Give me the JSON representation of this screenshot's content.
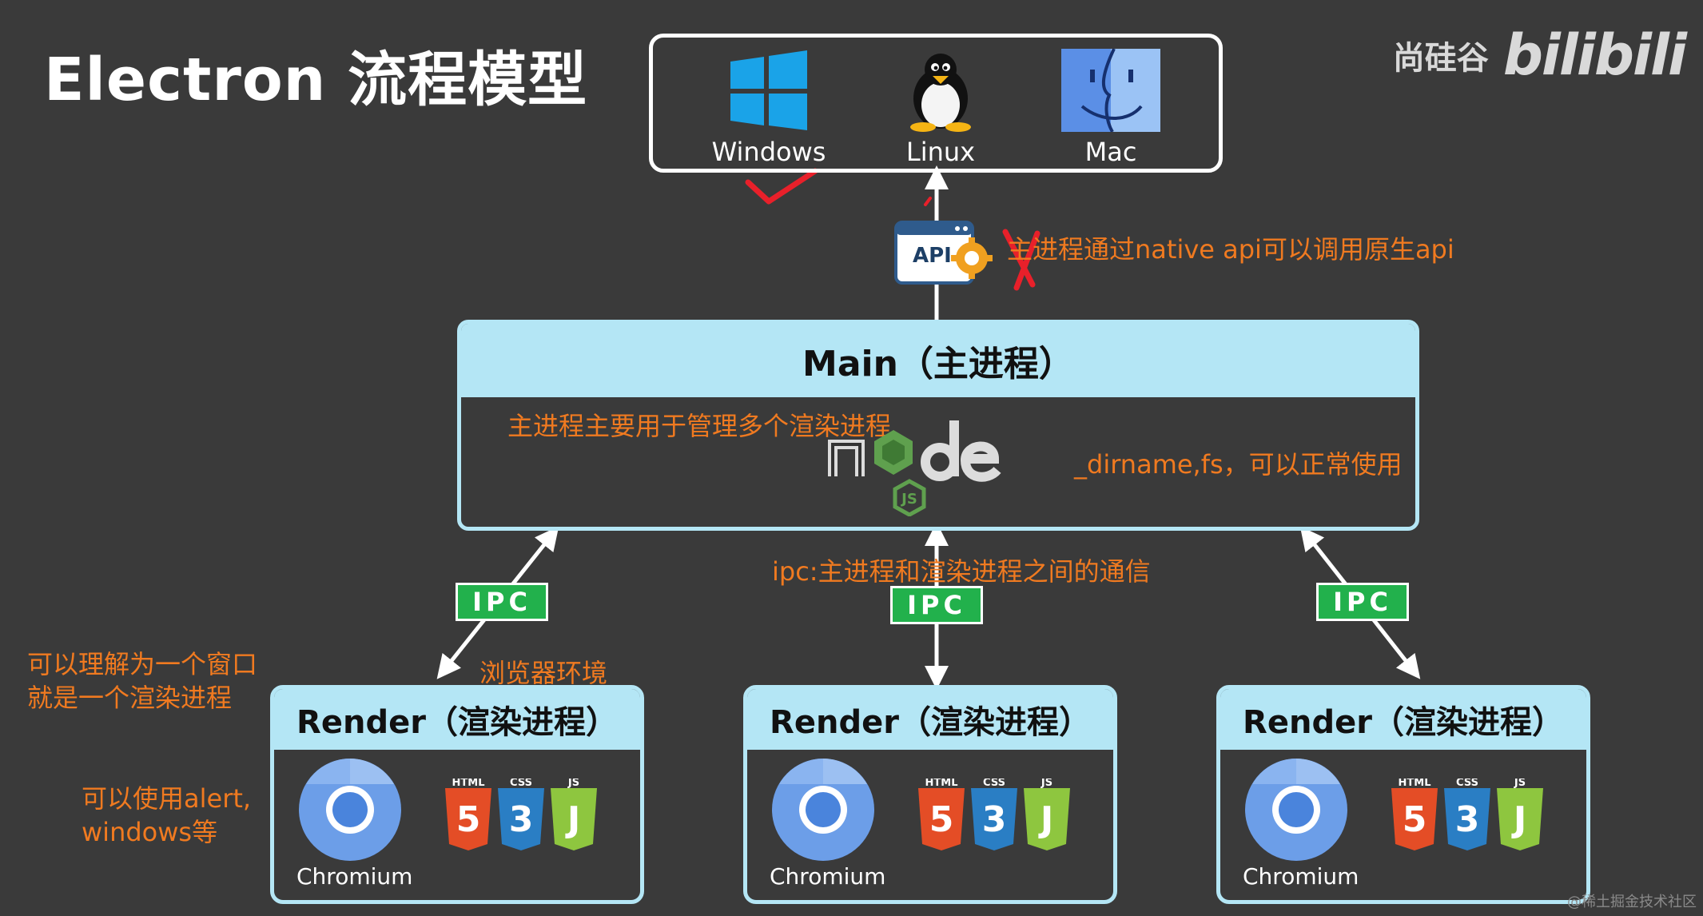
{
  "title": "Electron 流程模型",
  "brand": {
    "name": "尚硅谷",
    "logo_text": "bilibili"
  },
  "os": {
    "items": [
      {
        "label": "Windows",
        "icon": "windows-logo-icon"
      },
      {
        "label": "Linux",
        "icon": "tux-penguin-icon"
      },
      {
        "label": "Mac",
        "icon": "mac-finder-icon"
      }
    ]
  },
  "api": {
    "label": "API"
  },
  "notes": {
    "native_api": "主进程通过native api可以调用原生api",
    "main_manage": "主进程主要用于管理多个渲染进程",
    "node_usage": "_dirname,fs，可以正常使用",
    "ipc_desc": "ipc:主进程和渲染进程之间的通信",
    "window_line1": "可以理解为一个窗口",
    "window_line2": "就是一个渲染进程",
    "browser_env": "浏览器环境",
    "alert_line1": "可以使用alert,",
    "alert_line2": "windows等"
  },
  "main": {
    "title": "Main（主进程）"
  },
  "ipc": {
    "label": "IPC"
  },
  "renders": [
    {
      "title": "Render（渲染进程）",
      "chrome_label": "Chromium"
    },
    {
      "title": "Render（渲染进程）",
      "chrome_label": "Chromium"
    },
    {
      "title": "Render（渲染进程）",
      "chrome_label": "Chromium"
    }
  ],
  "web_badges": {
    "html": "HTML",
    "css": "CSS",
    "js": "JS"
  },
  "watermark": "@稀土掘金技术社区",
  "colors": {
    "background": "#3a3a3a",
    "box_header": "#b4e6f5",
    "ipc_green": "#22b14c",
    "note_orange": "#f07a20",
    "pen_red": "#e8202a"
  }
}
